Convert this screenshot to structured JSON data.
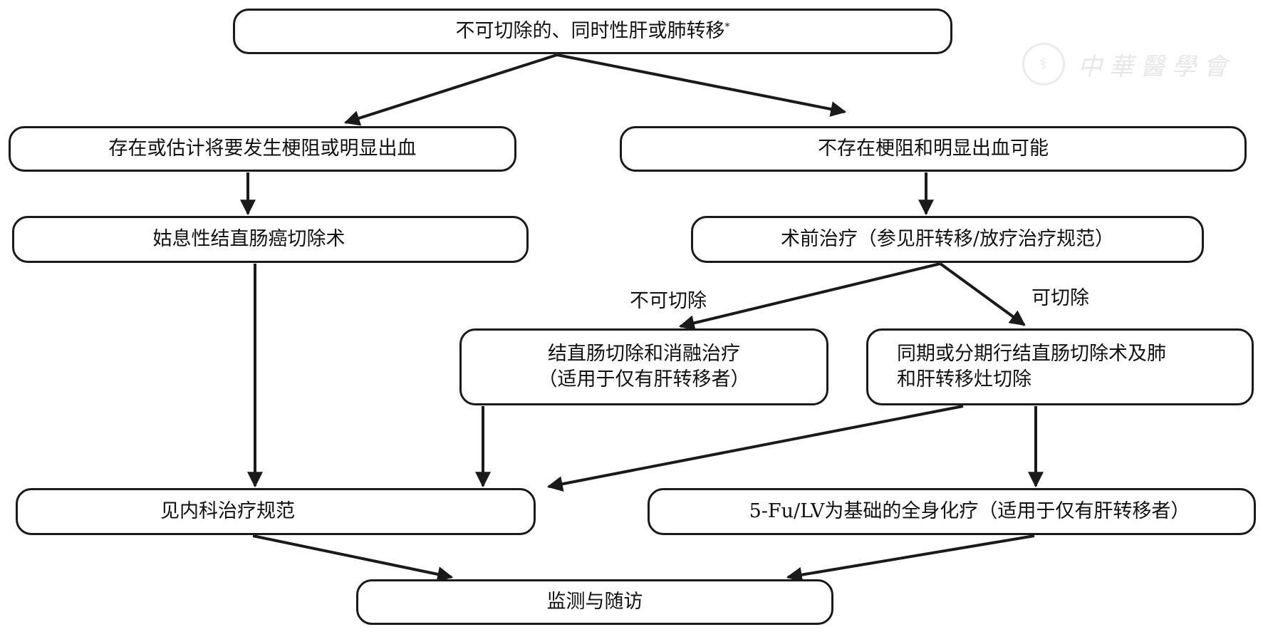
{
  "nodes": {
    "root": {
      "text": "不可切除的、同时性肝或肺转移",
      "footnote_mark": "*"
    },
    "obstruction_yes": {
      "text": "存在或估计将要发生梗阻或明显出血"
    },
    "obstruction_no": {
      "text": "不存在梗阻和明显出血可能"
    },
    "palliative_resection": {
      "text": "姑息性结直肠癌切除术"
    },
    "preop_therapy": {
      "text": "术前治疗（参见肝转移/放疗治疗规范）"
    },
    "resection_ablation": {
      "line1": "结直肠切除和消融治疗",
      "line2": "（适用于仅有肝转移者）"
    },
    "staged_resection": {
      "line1": "同期或分期行结直肠切除术及肺",
      "line2": "和肝转移灶切除"
    },
    "medical_treatment": {
      "text": "见内科治疗规范"
    },
    "systemic_chemo": {
      "text": "5-Fu/LV为基础的全身化疗（适用于仅有肝转移者）"
    },
    "follow_up": {
      "text": "监测与随访"
    }
  },
  "edge_labels": {
    "unresectable": "不可切除",
    "resectable": "可切除"
  },
  "edges": [
    {
      "from": "root",
      "to": "obstruction_yes"
    },
    {
      "from": "root",
      "to": "obstruction_no"
    },
    {
      "from": "obstruction_yes",
      "to": "palliative_resection"
    },
    {
      "from": "obstruction_no",
      "to": "preop_therapy"
    },
    {
      "from": "preop_therapy",
      "to": "resection_ablation",
      "label": "不可切除"
    },
    {
      "from": "preop_therapy",
      "to": "staged_resection",
      "label": "可切除"
    },
    {
      "from": "palliative_resection",
      "to": "medical_treatment"
    },
    {
      "from": "resection_ablation",
      "to": "medical_treatment"
    },
    {
      "from": "staged_resection",
      "to": "medical_treatment"
    },
    {
      "from": "staged_resection",
      "to": "systemic_chemo"
    },
    {
      "from": "medical_treatment",
      "to": "follow_up"
    },
    {
      "from": "systemic_chemo",
      "to": "follow_up"
    }
  ],
  "watermark": {
    "text": "中華醫學會",
    "seal_icon": "cma-seal-icon"
  },
  "colors": {
    "line": "#1a1a1a",
    "background": "#ffffff",
    "watermark": "#c8c8c8"
  }
}
